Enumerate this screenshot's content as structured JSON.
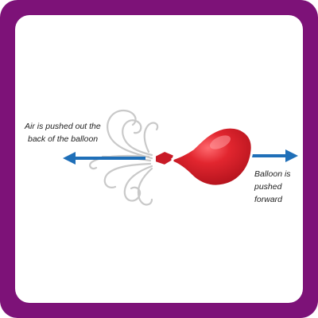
{
  "captions": {
    "air_line1": "Air is pushed out the",
    "air_line2": "back of the balloon",
    "balloon_line1": "Balloon is",
    "balloon_line2": "pushed",
    "balloon_line3": "forward"
  },
  "colors": {
    "frame": "#7d1278",
    "arrow": "#1f6fb8",
    "balloon": "#d61f2b",
    "air_swirl": "#c9c9c9"
  },
  "icons": {
    "balloon": "balloon-icon",
    "air": "air-swirl-icon",
    "left_arrow": "arrow-left-icon",
    "right_arrow": "arrow-right-icon"
  }
}
